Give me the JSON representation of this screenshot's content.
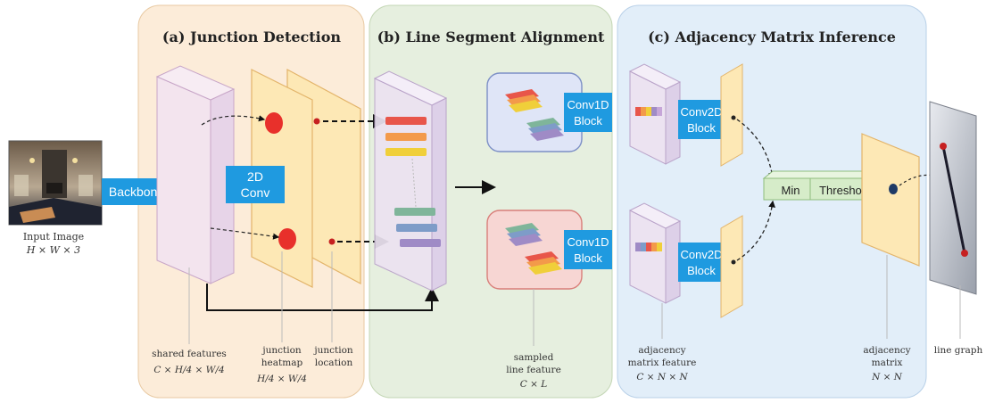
{
  "panels": {
    "a": {
      "title": "(a) Junction Detection"
    },
    "b": {
      "title": "(b) Line Segment Alignment"
    },
    "c": {
      "title": "(c) Adjacency Matrix Inference"
    }
  },
  "input": {
    "label": "Input Image",
    "dims": "H × W × 3"
  },
  "blocks": {
    "backbone": "Backbone",
    "conv2d_line1": "2D",
    "conv2d_line2": "Conv",
    "conv1d_block_label1": "Conv1D",
    "conv1d_block_label2": "Block",
    "conv2d_block_label1": "Conv2D",
    "conv2d_block_label2": "Block",
    "min": "Min",
    "threshold": "Threshold"
  },
  "labels": {
    "shared_features": "shared features",
    "shared_features_dims": "C × H/4 × W/4",
    "junction_heatmap_1": "junction",
    "junction_heatmap_2": "heatmap",
    "junction_heatmap_dims": "H/4 × W/4",
    "junction_location_1": "junction",
    "junction_location_2": "location",
    "sampled_line_1": "sampled",
    "sampled_line_2": "line feature",
    "sampled_line_dims": "C × L",
    "adj_feature_1": "adjacency",
    "adj_feature_2": "matrix feature",
    "adj_feature_dims": "C × N × N",
    "adj_matrix_1": "adjacency",
    "adj_matrix_2": "matrix",
    "adj_matrix_dims": "N × N",
    "line_graph": "line graph"
  },
  "colors": {
    "panel_a": "#fcecd9",
    "panel_b": "#e6efdf",
    "panel_c": "#e2eef9",
    "block_blue": "#1f9ae0",
    "heatmap_fill": "#fde8b5",
    "junction_red": "#e8302b",
    "feature_purple": "#eadff2"
  }
}
